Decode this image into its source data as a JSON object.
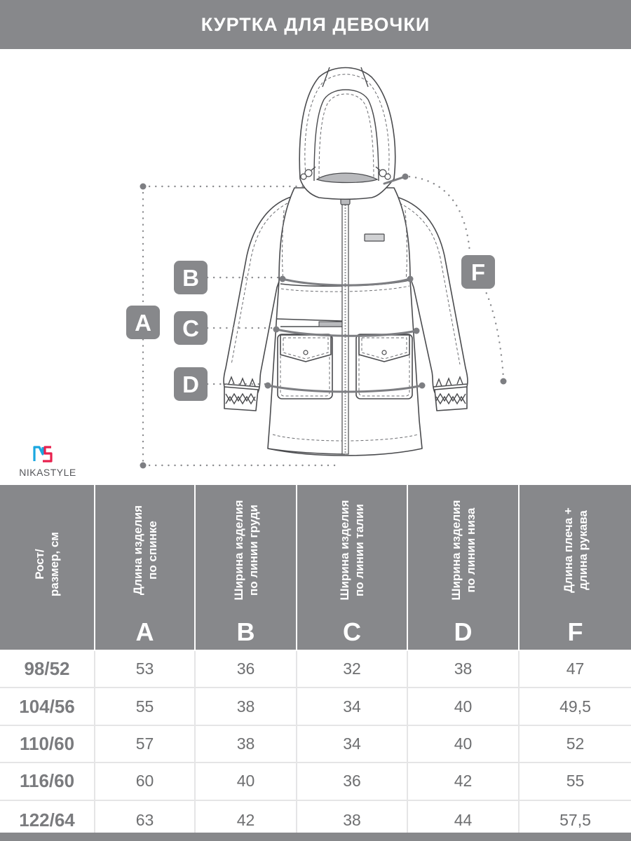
{
  "header": {
    "title": "КУРТКА ДЛЯ ДЕВОЧКИ"
  },
  "colors": {
    "header_bg": "#87888b",
    "badge_bg": "#87888b",
    "text": "#6e6f71",
    "brand_blue": "#1aa7e0",
    "brand_red": "#e8214e"
  },
  "diagram": {
    "labels": {
      "a": "A",
      "b": "B",
      "c": "C",
      "d": "D",
      "f": "F"
    }
  },
  "brand": {
    "name": "NIKASTYLE",
    "mark": "NS"
  },
  "table": {
    "headers": {
      "size": {
        "line1": "Рост/",
        "line2": "размер, см"
      },
      "a": {
        "line1": "Длина изделия",
        "line2": "по спинке",
        "letter": "A"
      },
      "b": {
        "line1": "Ширина изделия",
        "line2": "по линии груди",
        "letter": "B"
      },
      "c": {
        "line1": "Ширина изделия",
        "line2": "по линии талии",
        "letter": "C"
      },
      "d": {
        "line1": "Ширина изделия",
        "line2": "по линии низа",
        "letter": "D"
      },
      "f": {
        "line1": "Длина плеча +",
        "line2": "длина рукава",
        "letter": "F"
      }
    },
    "rows": [
      {
        "size": "98/52",
        "a": "53",
        "b": "36",
        "c": "32",
        "d": "38",
        "f": "47"
      },
      {
        "size": "104/56",
        "a": "55",
        "b": "38",
        "c": "34",
        "d": "40",
        "f": "49,5"
      },
      {
        "size": "110/60",
        "a": "57",
        "b": "38",
        "c": "34",
        "d": "40",
        "f": "52"
      },
      {
        "size": "116/60",
        "a": "60",
        "b": "40",
        "c": "36",
        "d": "42",
        "f": "55"
      },
      {
        "size": "122/64",
        "a": "63",
        "b": "42",
        "c": "38",
        "d": "44",
        "f": "57,5"
      }
    ]
  }
}
